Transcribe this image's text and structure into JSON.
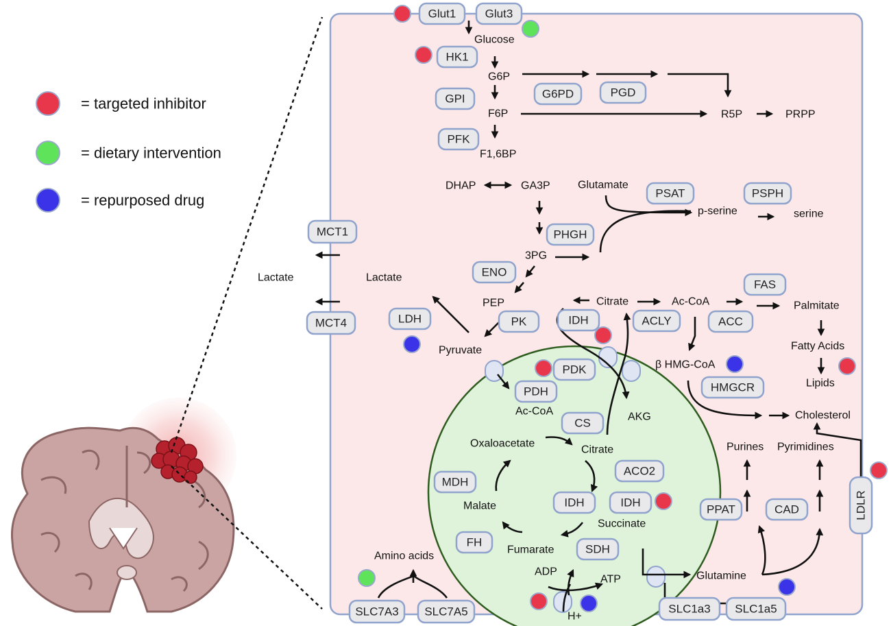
{
  "legend": {
    "targeted_inhibitor": "= targeted inhibitor",
    "dietary_intervention": "= dietary intervention",
    "repurposed_drug": "= repurposed drug",
    "colors": {
      "targeted_inhibitor": "#e8374a",
      "dietary_intervention": "#5fe35a",
      "repurposed_drug": "#3b33e8"
    }
  },
  "enzymes": {
    "glut1": "Glut1",
    "glut3": "Glut3",
    "hk1": "HK1",
    "gpi": "GPI",
    "pfk": "PFK",
    "g6pd": "G6PD",
    "pgd": "PGD",
    "psat": "PSAT",
    "psph": "PSPH",
    "phgh": "PHGH",
    "mct1": "MCT1",
    "mct4": "MCT4",
    "eno": "ENO",
    "ldh": "LDH",
    "pk": "PK",
    "idh_cyto": "IDH",
    "acly": "ACLY",
    "fas": "FAS",
    "acc": "ACC",
    "pdk": "PDK",
    "pdh": "PDH",
    "cs": "CS",
    "hmgcr": "HMGCR",
    "mdh": "MDH",
    "aco2": "ACO2",
    "idh_mito1": "IDH",
    "idh_mito2": "IDH",
    "fh": "FH",
    "sdh": "SDH",
    "ppat": "PPAT",
    "cad": "CAD",
    "ldlr": "LDLR",
    "slc7a3": "SLC7A3",
    "slc7a5": "SLC7A5",
    "slc1a3": "SLC1a3",
    "slc1a5": "SLC1a5"
  },
  "metabolites": {
    "glucose": "Glucose",
    "g6p": "G6P",
    "f6p": "F6P",
    "f16bp": "F1,6BP",
    "r5p": "R5P",
    "prpp": "PRPP",
    "dhap": "DHAP",
    "ga3p": "GA3P",
    "glutamate": "Glutamate",
    "pserine": "p-serine",
    "serine": "serine",
    "pg3": "3PG",
    "lactate_out": "Lactate",
    "lactate_in": "Lactate",
    "pep": "PEP",
    "pyruvate": "Pyruvate",
    "citrate_cyto": "Citrate",
    "accoa_cyto": "Ac-CoA",
    "palmitate": "Palmitate",
    "fatty_acids": "Fatty Acids",
    "lipids": "Lipids",
    "hmgcoa": "β HMG-CoA",
    "cholesterol": "Cholesterol",
    "akg": "AKG",
    "accoa_mito": "Ac-CoA",
    "oxaloacetate": "Oxaloacetate",
    "citrate_mito": "Citrate",
    "malate": "Malate",
    "succinate": "Succinate",
    "fumarate": "Fumarate",
    "adp": "ADP",
    "atp": "ATP",
    "hplus": "H+",
    "purines": "Purines",
    "pyrimidines": "Pyrimidines",
    "glutamine": "Glutamine",
    "amino_acids": "Amino acids"
  }
}
